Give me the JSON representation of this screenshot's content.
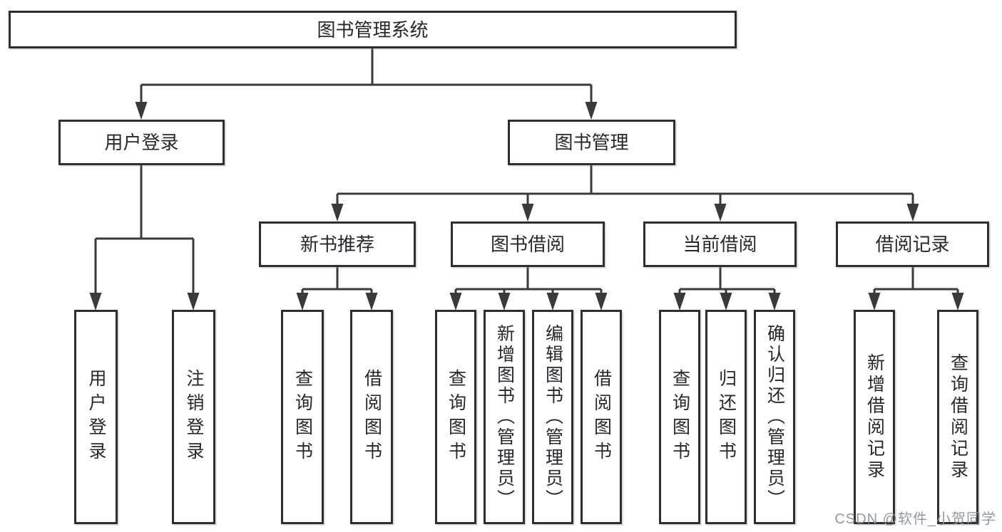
{
  "title": "图书管理系统",
  "watermark": "CSDN @软件_小贺同学",
  "colors": {
    "background": "#ffffff",
    "box_border": "#2e2e2e",
    "line": "#3a3a3a",
    "text": "#26282c",
    "watermark": "#8a9096"
  },
  "nodes": {
    "root": "图书管理系统",
    "user_login_group": "用户登录",
    "book_mgmt": "图书管理",
    "new_book_rec": "新书推荐",
    "book_borrow": "图书借阅",
    "current_borrow": "当前借阅",
    "borrow_records": "借阅记录",
    "user_login": "用户登录",
    "logout_login": "注销登录",
    "nbr_query_books": "查询图书",
    "nbr_borrow_books": "借阅图书",
    "bb_query_books": "查询图书",
    "bb_add_books_admin": "新增图书（管理员）",
    "bb_edit_books_admin": "编辑图书（管理员）",
    "bb_borrow_books": "借阅图书",
    "cb_query_books": "查询图书",
    "cb_return_books": "归还图书",
    "cb_confirm_return_admin": "确认归还（管理员）",
    "br_add_record": "新增借阅记录",
    "br_query_record": "查询借阅记录"
  },
  "hierarchy": {
    "label": "图书管理系统",
    "children": [
      {
        "label": "用户登录",
        "children": [
          {
            "label": "用户登录"
          },
          {
            "label": "注销登录"
          }
        ]
      },
      {
        "label": "图书管理",
        "children": [
          {
            "label": "新书推荐",
            "children": [
              {
                "label": "查询图书"
              },
              {
                "label": "借阅图书"
              }
            ]
          },
          {
            "label": "图书借阅",
            "children": [
              {
                "label": "查询图书"
              },
              {
                "label": "新增图书（管理员）"
              },
              {
                "label": "编辑图书（管理员）"
              },
              {
                "label": "借阅图书"
              }
            ]
          },
          {
            "label": "当前借阅",
            "children": [
              {
                "label": "查询图书"
              },
              {
                "label": "归还图书"
              },
              {
                "label": "确认归还（管理员）"
              }
            ]
          },
          {
            "label": "借阅记录",
            "children": [
              {
                "label": "新增借阅记录"
              },
              {
                "label": "查询借阅记录"
              }
            ]
          }
        ]
      }
    ]
  }
}
